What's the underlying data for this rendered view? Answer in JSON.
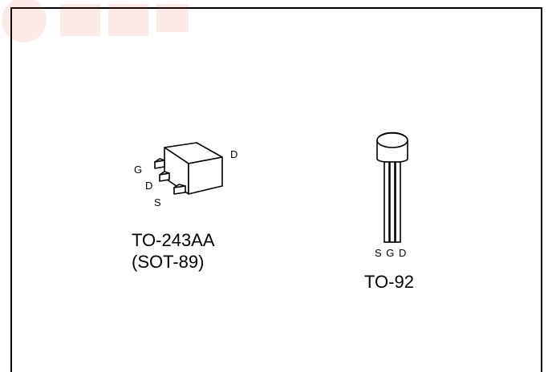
{
  "diagram": {
    "sot89": {
      "pins": {
        "g": "G",
        "d_left": "D",
        "s": "S",
        "d_tab": "D"
      },
      "name": "TO-243AA",
      "alt_name": "(SOT-89)"
    },
    "to92": {
      "pin_labels": "S G D",
      "name": "TO-92"
    },
    "watermark": {
      "icon": "company-logo-watermark",
      "color": "#e03a2a"
    }
  }
}
